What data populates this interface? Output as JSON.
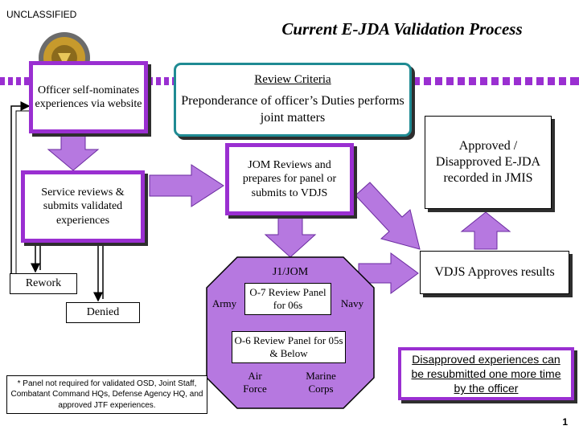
{
  "header": {
    "classification": "UNCLASSIFIED",
    "title": "Current E-JDA Validation Process"
  },
  "logo": {
    "name": "joint-seal-icon"
  },
  "nodes": {
    "nominate": "Officer self-nominates experiences via website",
    "review_title": "Review Criteria",
    "review_body": "Preponderance of officer’s Duties performs joint matters",
    "approved": "Approved / Disapproved E-JDA recorded in JMIS",
    "jom": "JOM Reviews and prepares for panel or submits to VDJS",
    "service": "Service reviews & submits validated experiences",
    "vdjs": "VDJS Approves results",
    "rework": "Rework",
    "denied": "Denied"
  },
  "octagon": {
    "title": "J1/JOM",
    "o7": "O-7 Review Panel for 06s",
    "o6": "O-6 Review Panel for 05s & Below",
    "army": "Army",
    "navy": "Navy",
    "air_force": "Air Force",
    "marine_corps": "Marine Corps"
  },
  "note": "* Panel not required for validated OSD, Joint Staff, Combatant Command HQs, Defense Agency HQ, and approved JTF experiences.",
  "resubmit": "Disapproved experiences can be resubmitted one more time by the officer",
  "page_number": "1",
  "colors": {
    "accent": "#9a2fd1",
    "teal": "#1f8b93",
    "octagon": "#b678e0"
  }
}
